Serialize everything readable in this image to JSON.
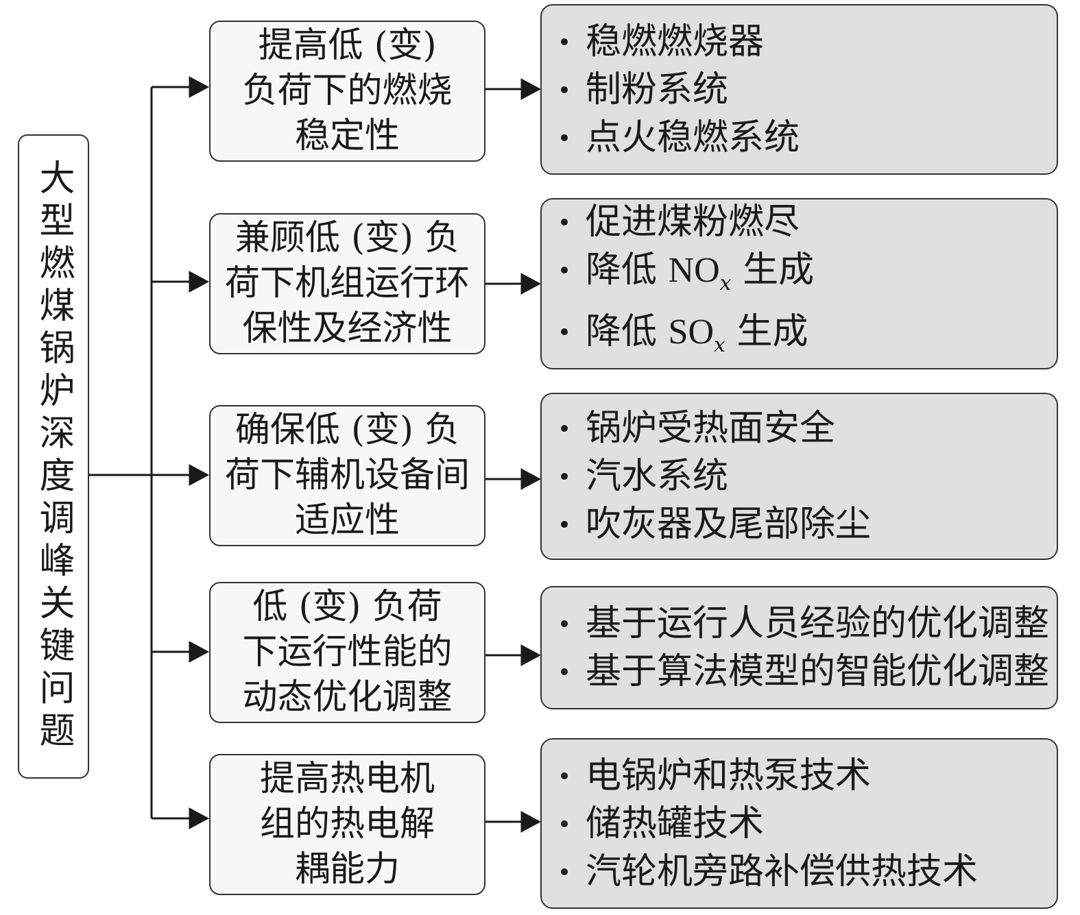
{
  "root": {
    "title": "大型燃煤锅炉深度调峰关键问题"
  },
  "branches": [
    {
      "lines": [
        "提高低 (变)",
        "负荷下的燃烧",
        "稳定性"
      ],
      "items": [
        "稳燃燃烧器",
        "制粉系统",
        "点火稳燃系统"
      ]
    },
    {
      "lines": [
        "兼顾低 (变) 负",
        "荷下机组运行环",
        "保性及经济性"
      ],
      "items": [
        "促进煤粉燃尽",
        "降低",
        "NO",
        "x",
        "生成",
        "降低",
        "SO",
        "x",
        "生成"
      ]
    },
    {
      "lines": [
        "确保低 (变) 负",
        "荷下辅机设备间",
        "适应性"
      ],
      "items": [
        "锅炉受热面安全",
        "汽水系统",
        "吹灰器及尾部除尘"
      ]
    },
    {
      "lines": [
        "低 (变) 负荷",
        "下运行性能的",
        "动态优化调整"
      ],
      "items": [
        "基于运行人员经验的优化调整",
        "基于算法模型的智能优化调整"
      ]
    },
    {
      "lines": [
        "提高热电机",
        "组的热电解",
        "耦能力"
      ],
      "items": [
        "电锅炉和热泵技术",
        "储热罐技术",
        "汽轮机旁路补偿供热技术"
      ]
    }
  ]
}
